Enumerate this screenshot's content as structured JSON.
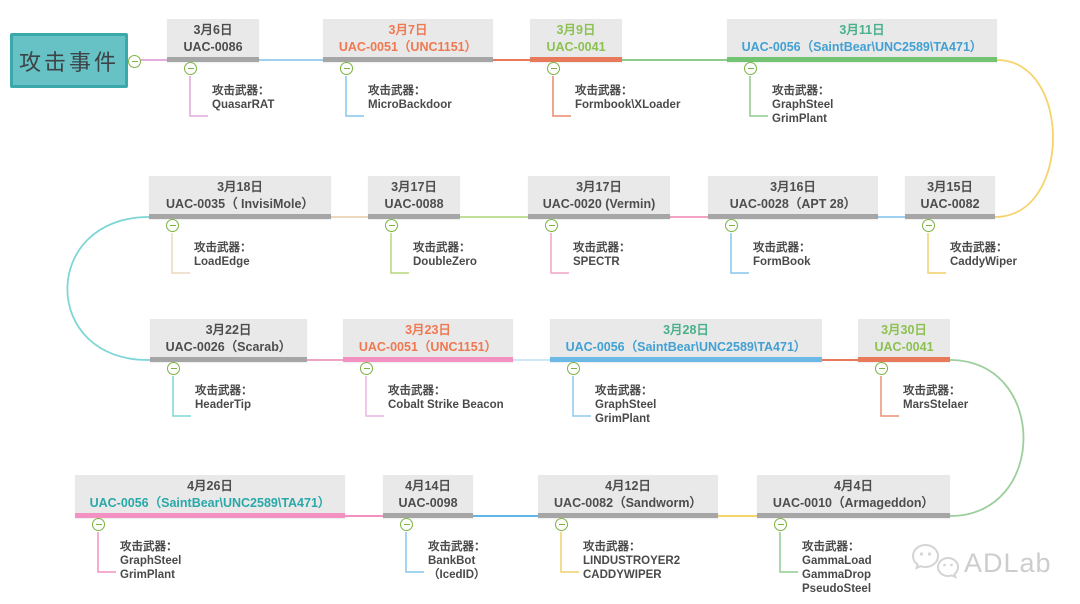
{
  "title": {
    "label": "攻击事件"
  },
  "weapon_label": "攻击武器：",
  "watermark": {
    "label": "ADLab",
    "icon": "wechat-logo-icon"
  },
  "colors": {
    "title_fill": "#66c2c4",
    "title_border": "#3ba8ab",
    "node_background": "#e9e9e9",
    "bar_gray": "#a6a6a6",
    "text_dark": "#4d4d4d",
    "text_orange": "#f07850",
    "text_green": "#8cc152",
    "text_blue": "#42a0d2",
    "text_teal": "#2aa8a8",
    "text_teal_green": "#4ab08c",
    "line_pink": "#f291c2",
    "line_light_pink": "#eeb3de",
    "line_blue": "#85c6ed",
    "line_orange_red": "#e8795a",
    "line_green": "#8fca8f",
    "line_yellow": "#f6d36b",
    "line_tan": "#ecd9bd",
    "line_light_green": "#c3e09a",
    "curve_teal": "#7fd6d6",
    "minus_circle": "#7cb342"
  },
  "nodes": [
    {
      "date": "3月6日",
      "code": "UAC-0086",
      "weapons": [
        "QuasarRAT"
      ]
    },
    {
      "date": "3月7日",
      "code": "UAC-0051（UNC1151）",
      "weapons": [
        "MicroBackdoor"
      ]
    },
    {
      "date": "3月9日",
      "code": "UAC-0041",
      "weapons": [
        "Formbook\\XLoader"
      ]
    },
    {
      "date": "3月11日",
      "code": "UAC-0056（SaintBear\\UNC2589\\TA471）",
      "weapons": [
        "GraphSteel",
        "GrimPlant"
      ]
    },
    {
      "date": "3月18日",
      "code": "UAC-0035（ InvisiMole）",
      "weapons": [
        "LoadEdge"
      ]
    },
    {
      "date": "3月17日",
      "code": "UAC-0088",
      "weapons": [
        "DoubleZero"
      ]
    },
    {
      "date": "3月17日",
      "code": "UAC-0020 (Vermin)",
      "weapons": [
        "SPECTR"
      ]
    },
    {
      "date": "3月16日",
      "code": "UAC-0028（APT 28）",
      "weapons": [
        "FormBook"
      ]
    },
    {
      "date": "3月15日",
      "code": "UAC-0082",
      "weapons": [
        "CaddyWiper"
      ]
    },
    {
      "date": "3月22日",
      "code": "UAC-0026（Scarab）",
      "weapons": [
        "HeaderTip"
      ]
    },
    {
      "date": "3月23日",
      "code": "UAC-0051（UNC1151）",
      "weapons": [
        "Cobalt Strike Beacon"
      ]
    },
    {
      "date": "3月28日",
      "code": "UAC-0056（SaintBear\\UNC2589\\TA471）",
      "weapons": [
        "GraphSteel",
        "GrimPlant"
      ]
    },
    {
      "date": "3月30日",
      "code": "UAC-0041",
      "weapons": [
        "MarsStelaer"
      ]
    },
    {
      "date": "4月26日",
      "code": "UAC-0056（SaintBear\\UNC2589\\TA471）",
      "weapons": [
        "GraphSteel",
        "GrimPlant"
      ]
    },
    {
      "date": "4月14日",
      "code": "UAC-0098",
      "weapons": [
        "BankBot",
        "（IcedID）"
      ]
    },
    {
      "date": "4月12日",
      "code": "UAC-0082（Sandworm）",
      "weapons": [
        "LINDUSTROYER2",
        "CADDYWIPER"
      ]
    },
    {
      "date": "4月4日",
      "code": "UAC-0010（Armageddon）",
      "weapons": [
        "GammaLoad",
        "GammaDrop",
        "PseudoSteel"
      ]
    }
  ]
}
